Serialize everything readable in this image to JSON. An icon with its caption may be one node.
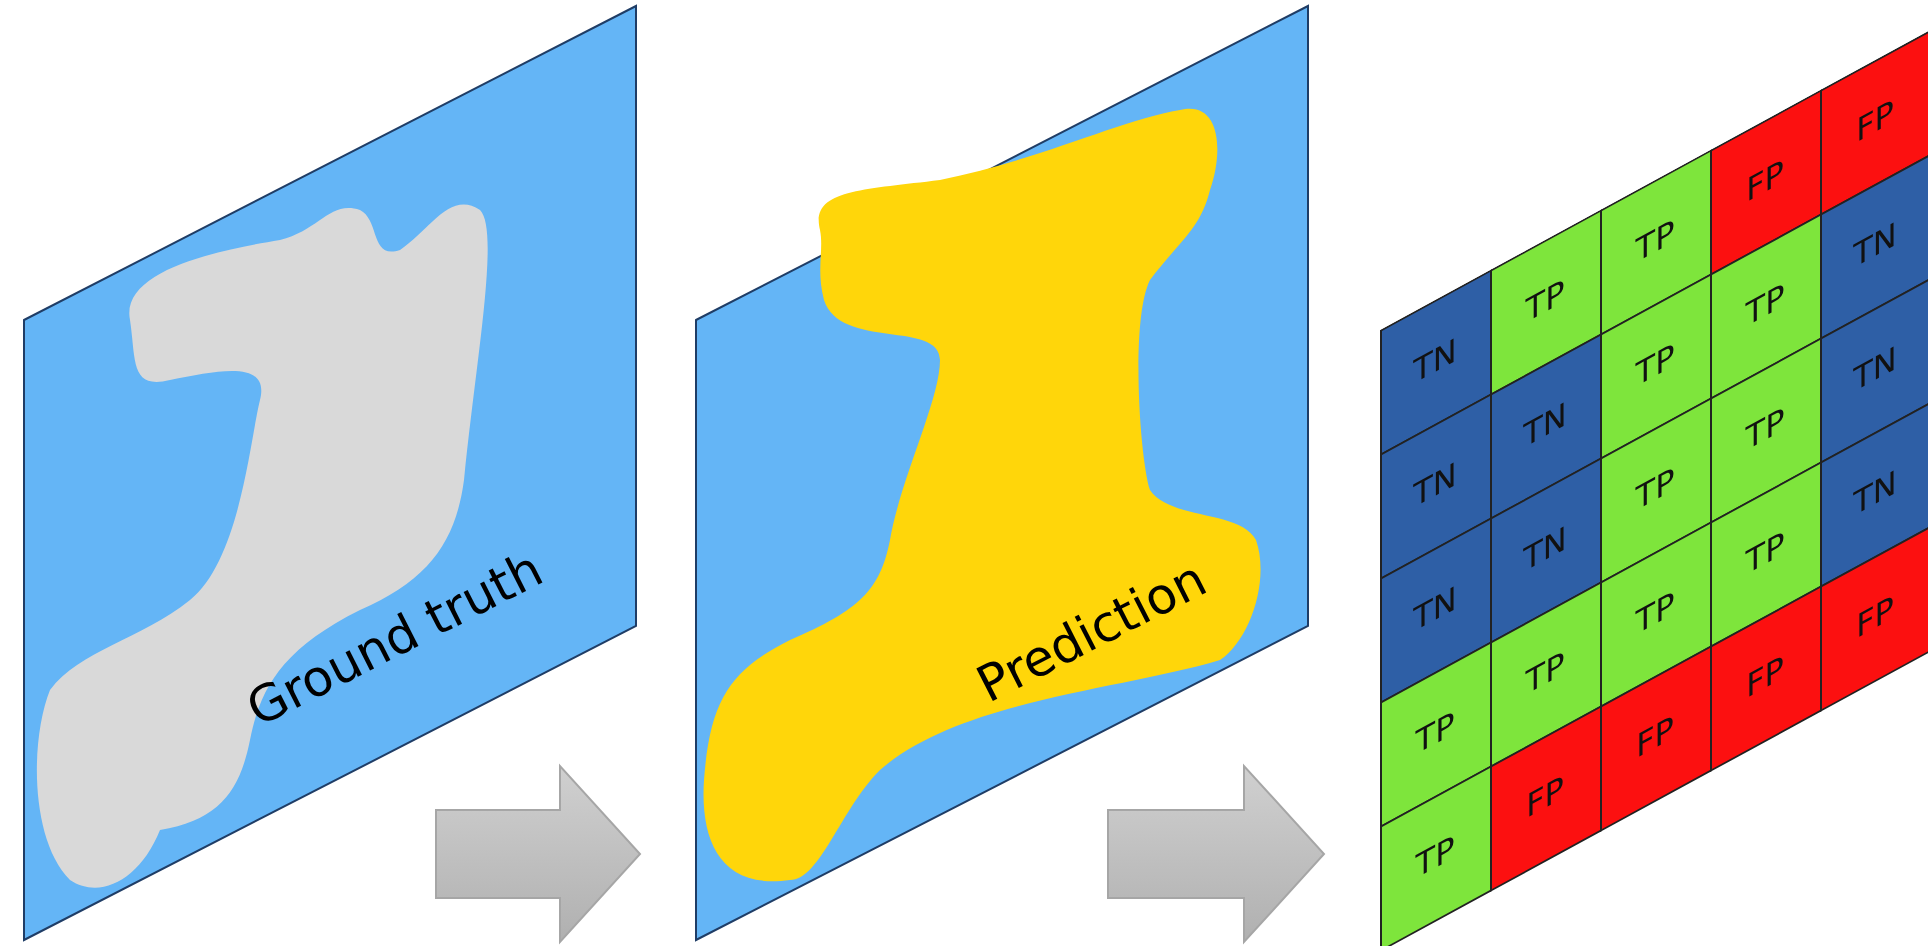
{
  "diagram": {
    "nodes": [
      {
        "text": [
          "Ground truth"
        ]
      },
      {
        "text": [
          "Prediction"
        ]
      },
      {
        "text": [],
        "shape": "box"
      },
      {
        "text": [
          "TN"
        ],
        "in": 2
      },
      {
        "text": [
          "TP"
        ],
        "in": 2
      },
      {
        "text": [
          "TP"
        ],
        "in": 2
      },
      {
        "text": [
          "FP"
        ],
        "in": 2
      },
      {
        "text": [
          "FP"
        ],
        "in": 2
      },
      {
        "text": [
          "TN"
        ],
        "in": 2
      },
      {
        "text": [
          "TN"
        ],
        "in": 2
      },
      {
        "text": [
          "TP"
        ],
        "in": 2
      },
      {
        "text": [
          "TP"
        ],
        "in": 2
      },
      {
        "text": [
          "TN"
        ],
        "in": 2
      },
      {
        "text": [
          "TN"
        ],
        "in": 2
      },
      {
        "text": [
          "TN"
        ],
        "in": 2
      },
      {
        "text": [
          "TP"
        ],
        "in": 2
      },
      {
        "text": [
          "TP"
        ],
        "in": 2
      },
      {
        "text": [
          "TN"
        ],
        "in": 2
      },
      {
        "text": [
          "TP"
        ],
        "in": 2
      },
      {
        "text": [
          "TP"
        ],
        "in": 2
      },
      {
        "text": [
          "TP"
        ],
        "in": 2
      },
      {
        "text": [
          "TP"
        ],
        "in": 2
      },
      {
        "text": [
          "TN"
        ],
        "in": 2
      },
      {
        "text": [
          "TP"
        ],
        "in": 2
      },
      {
        "text": [
          "FP"
        ],
        "in": 2
      },
      {
        "text": [
          "FP"
        ],
        "in": 2
      },
      {
        "text": [
          "FP"
        ],
        "in": 2
      },
      {
        "text": [
          "FP"
        ],
        "in": 2
      }
    ],
    "edges": [
      {
        "from": 0,
        "to": 1,
        "arrow": "to"
      },
      {
        "from": 1,
        "to": 2,
        "arrow": "to"
      }
    ]
  }
}
